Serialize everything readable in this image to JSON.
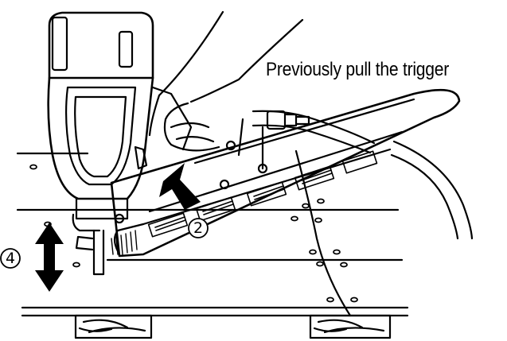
{
  "caption": "Previously pull the trigger",
  "steps": [
    {
      "id": "step-2",
      "label": "2"
    },
    {
      "id": "step-4",
      "label": "4"
    }
  ],
  "colors": {
    "ink": "#000000",
    "paper": "#ffffff"
  }
}
